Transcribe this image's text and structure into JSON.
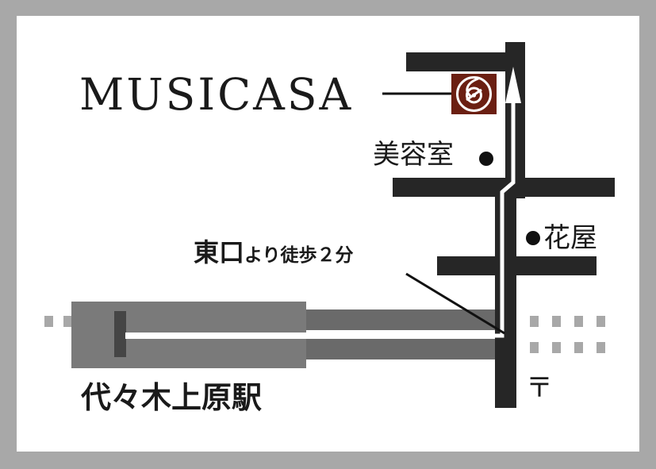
{
  "venue": {
    "name": "MUSICASA",
    "logo_color": "#6b1f12"
  },
  "landmarks": {
    "beauty_salon": "美容室",
    "flower_shop": "花屋"
  },
  "station": {
    "name": "代々木上原駅"
  },
  "directions": {
    "exit": "東口",
    "walk": "より徒歩２分"
  },
  "post_office_symbol": "〒",
  "colors": {
    "road": "#262626",
    "background": "#a8a8a8",
    "station_building": "#7a7a7a",
    "platform": "#6a6a6a"
  }
}
